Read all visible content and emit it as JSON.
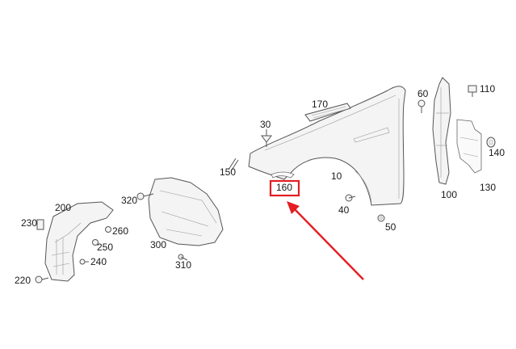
{
  "colors": {
    "highlight": "#e31e24",
    "line": "#555555",
    "background": "#ffffff"
  },
  "callouts": {
    "c10": "10",
    "c30": "30",
    "c40": "40",
    "c50": "50",
    "c60": "60",
    "c100": "100",
    "c110": "110",
    "c130": "130",
    "c140": "140",
    "c150": "150",
    "c160": "160",
    "c170": "170",
    "c200": "200",
    "c220": "220",
    "c230": "230",
    "c240": "240",
    "c250": "250",
    "c260": "260",
    "c300": "300",
    "c310": "310",
    "c320": "320"
  },
  "highlight": {
    "target_part": "160",
    "icon": "arrow-pointer"
  }
}
